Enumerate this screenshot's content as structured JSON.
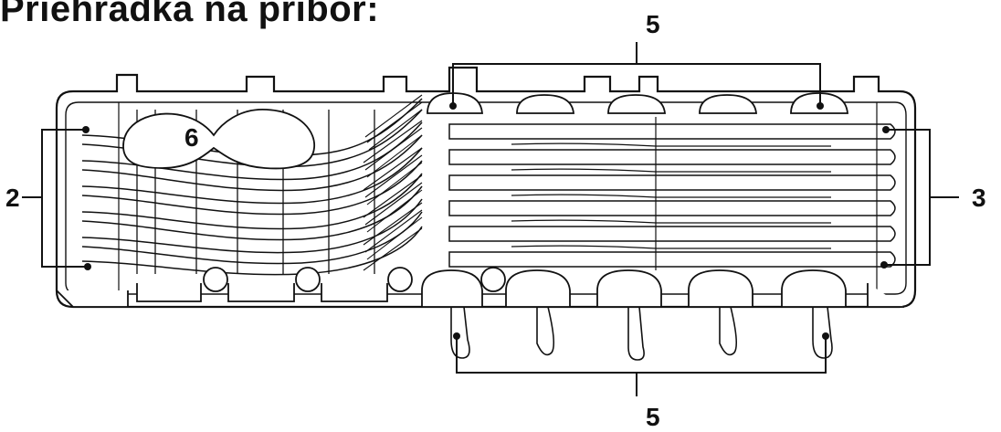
{
  "title": "Priehradka na príbor:",
  "callouts": {
    "top": "5",
    "bottom": "5",
    "left": "2",
    "right": "3",
    "center": "6"
  },
  "colors": {
    "ink": "#111111",
    "paper": "#ffffff"
  }
}
